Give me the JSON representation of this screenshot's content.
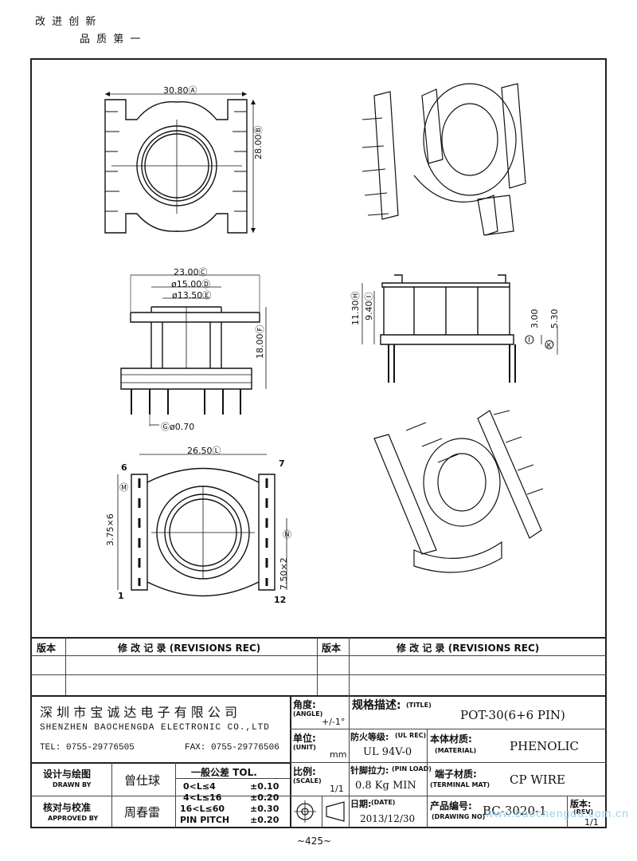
{
  "slogan": {
    "line1": "改 进 创 新",
    "line2": "品 质 第 一"
  },
  "drawing": {
    "dims": {
      "top_width": "30.80Ⓐ",
      "top_height": "28.00Ⓑ",
      "w23": "23.00Ⓒ",
      "d15": "ø15.00Ⓓ",
      "d135": "ø13.50Ⓔ",
      "h18": "18.00Ⓕ",
      "pin_d": "Ⓖø0.70",
      "h113": "11.30Ⓗ",
      "h94": "9.40Ⓘ",
      "h3": "3.00",
      "h53": "5.30",
      "w265": "26.50Ⓛ",
      "pitch": "3.75×6",
      "pitch2": "7.50×2",
      "circ_i": "Ⓘ",
      "circ_k": "Ⓚ",
      "circ_m": "Ⓜ",
      "circ_n": "Ⓝ"
    },
    "pins": {
      "p6": "6",
      "p7": "7",
      "p1": "1",
      "p12": "12"
    }
  },
  "revisions": {
    "col_a": "版本",
    "col_b": "修 改 记 录  (REVISIONS REC)",
    "col_c": "版本",
    "col_d": "修 改 记 录  (REVISIONS REC)"
  },
  "company": {
    "name_cn": "深 圳 市 宝 诚 达 电 子 有 限 公 司",
    "name_en": "SHENZHEN BAOCHENGDA ELECTRONIC CO.,LTD",
    "tel": "TEL: 0755-29776505",
    "fax": "FAX: 0755-29776506"
  },
  "titleblock": {
    "angle_cn": "角度:",
    "angle_en": "(ANGLE)",
    "angle_val": "+/-1°",
    "unit_cn": "单位:",
    "unit_en": "(UNIT)",
    "unit_val": "mm",
    "scale_cn": "比例:",
    "scale_en": "(SCALE)",
    "scale_val": "1/1",
    "title_cn": "规格描述:",
    "title_en": "(TITLE)",
    "title_val": "POT-30(6+6 PIN)",
    "ul_cn": "防火等级:",
    "ul_en": "(UL REC)",
    "ul_val": "UL 94V-0",
    "mat_cn": "本体材质:",
    "mat_en": "(MATERIAL)",
    "mat_val": "PHENOLIC",
    "pin_cn": "针脚拉力:",
    "pin_en": "(PIN LOAD)",
    "pin_val": "0.8 Kg MIN",
    "term_cn": "端子材质:",
    "term_en": "(TERMINAL MAT)",
    "term_val": "CP WIRE",
    "date_cn": "日期:",
    "date_en": "(DATE)",
    "date_val": "2013/12/30",
    "dwg_cn": "产品编号:",
    "dwg_en": "(DRAWING NO)",
    "dwg_val": "BC-3020-1",
    "rev_cn": "版本:",
    "rev_en": "(REV)",
    "rev_val": "1/1",
    "drawn_cn": "设计与绘图",
    "drawn_en": "DRAWN BY",
    "drawn_val": "曾仕球",
    "appr_cn": "核对与校准",
    "appr_en": "APPROVED BY",
    "appr_val": "周春雷",
    "tol_title": "一般公差 TOL.",
    "tol_rows": [
      {
        "range": "0<L≤4",
        "tol": "±0.10"
      },
      {
        "range": "4<L≤16",
        "tol": "±0.20"
      },
      {
        "range": "16<L≤60",
        "tol": "±0.30"
      },
      {
        "range": "PIN PITCH",
        "tol": "±0.20"
      }
    ]
  },
  "page_number": "~425~",
  "watermark": "www.baochengda.com.cn"
}
